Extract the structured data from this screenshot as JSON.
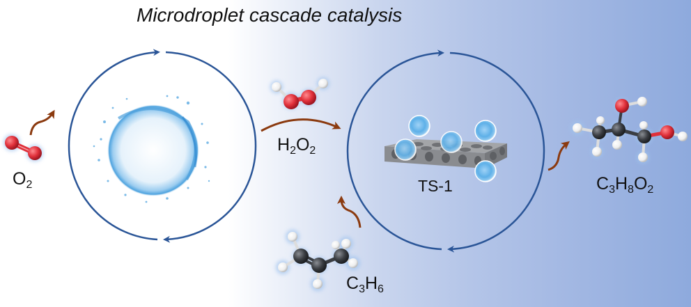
{
  "title": "Microdroplet cascade catalysis",
  "colors": {
    "cycle_arrow": "#2a5597",
    "reaction_arrow": "#8b3a0f",
    "oxygen_atom": "#e0303a",
    "carbon_atom": "#3a3d42",
    "hydrogen_atom": "#f4f4f4",
    "molecule_glow": "#9fc3ee",
    "droplet": "#7cc0ee",
    "catalyst_frame": "#8a8c90"
  },
  "labels": {
    "oxygen": {
      "base": "O",
      "sub": "2"
    },
    "hydrogen_peroxide": {
      "parts": [
        {
          "t": "H",
          "s": "2"
        },
        {
          "t": "O",
          "s": "2"
        }
      ]
    },
    "catalyst": "TS-1",
    "propylene": {
      "parts": [
        {
          "t": "C",
          "s": "3"
        },
        {
          "t": "H",
          "s": "6"
        }
      ]
    },
    "product": {
      "parts": [
        {
          "t": "C",
          "s": "3"
        },
        {
          "t": "H",
          "s": "8"
        },
        {
          "t": "O",
          "s": "2"
        }
      ]
    }
  },
  "cycles": [
    {
      "name": "microdroplet-cycle",
      "contents": "water-microdroplet",
      "direction": "clockwise"
    },
    {
      "name": "catalyst-cycle",
      "contents": "TS-1 zeolite with droplets",
      "direction": "clockwise"
    }
  ],
  "flow": [
    {
      "from": "O2",
      "to": "microdroplet-cycle"
    },
    {
      "from": "microdroplet-cycle",
      "to": "catalyst-cycle",
      "label": "H2O2"
    },
    {
      "from": "C3H6",
      "to": "catalyst-cycle"
    },
    {
      "from": "catalyst-cycle",
      "to": "C3H8O2"
    }
  ]
}
